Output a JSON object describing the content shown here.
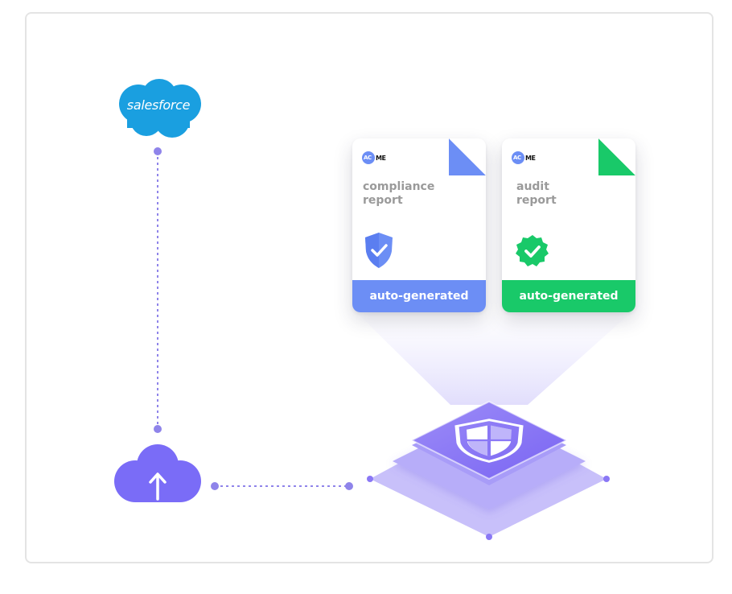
{
  "salesforce": {
    "logo_text": "salesforce",
    "color": "#1a9fe0"
  },
  "upload": {
    "icon": "upload-cloud-icon",
    "color": "#7a6cf7"
  },
  "connector_color": "#8f84ea",
  "platform": {
    "icon": "shield-icon",
    "color": "#8a78f5"
  },
  "reports": [
    {
      "brand_mark": "AC",
      "brand_rest": "ME",
      "title_line1": "compliance",
      "title_line2": "report",
      "badge_icon": "shield-check-icon",
      "footer": "auto-generated",
      "accent": "#6c8ef5"
    },
    {
      "brand_mark": "AC",
      "brand_rest": "ME",
      "title_line1": "audit",
      "title_line2": "report",
      "badge_icon": "verified-badge-icon",
      "footer": "auto-generated",
      "accent": "#19c969"
    }
  ]
}
